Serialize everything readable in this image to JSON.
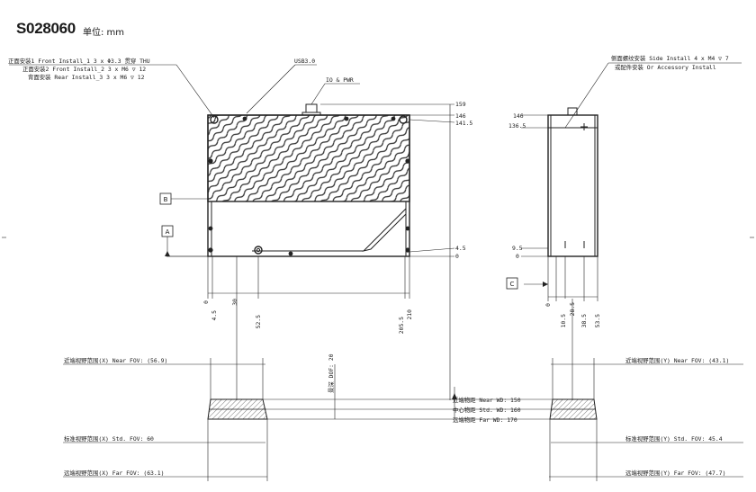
{
  "title": {
    "model": "S028060",
    "unit": "单位: mm"
  },
  "front_view": {
    "labels": {
      "front_install_1": "正面安装1 Front Install_1 3 x Φ3.3 贯穿 THU",
      "front_install_2": "正面安装2 Front Install_2 3 x M6 ▽ 12",
      "rear_install": "背面安装 Rear Install_3 3 x M6 ▽ 12",
      "usb": "USB3.0",
      "io_pwr": "IO & PWR"
    },
    "datums": {
      "b": "B",
      "a": "A"
    },
    "right_dims": [
      "159",
      "146",
      "141.5",
      "4.5",
      "0"
    ],
    "bottom_dims": [
      "0",
      "4.5",
      "30",
      "52.5",
      "205.5",
      "210"
    ]
  },
  "side_view": {
    "labels": {
      "side_install": "侧面螺纹安装 Side Install 4 x M4 ▽ 7",
      "accessory": "或配件安装 Or Accessory Install"
    },
    "datum_c": "C",
    "left_dims": [
      "146",
      "136.5",
      "9.5",
      "0"
    ],
    "bottom_dims": [
      "0",
      "10.5",
      "28.5",
      "38.5",
      "53.5"
    ]
  },
  "fov": {
    "x_near": "近端视野范围(X) Near FOV: (56.9)",
    "x_std": "标准视野范围(X) Std. FOV: 60",
    "x_far": "远端视野范围(X) Far FOV: (63.1)",
    "y_near": "近端视野范围(Y) Near FOV: (43.1)",
    "y_std": "标准视野范围(Y) Std. FOV: 45.4",
    "y_far": "远端视野范围(Y) Far FOV: (47.7)",
    "depth": "景深 DOF: 20"
  },
  "working_distance": {
    "near": "近端物距 Near WD: 150",
    "std": "中心物距 Std. WD: 160",
    "far": "远端物距 Far WD: 170"
  }
}
